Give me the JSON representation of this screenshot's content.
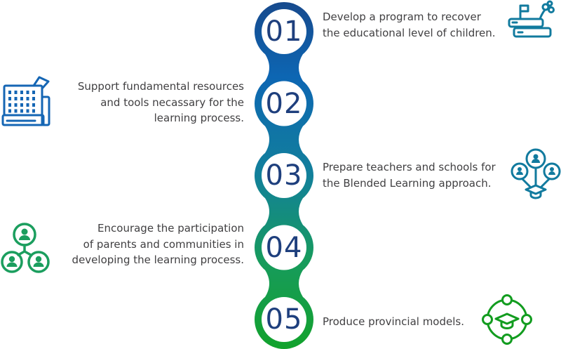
{
  "steps": [
    {
      "number": "01",
      "side": "right",
      "lines": [
        "Develop a program to recover",
        "the educational level of children."
      ],
      "icon": "books-flag-plant-icon"
    },
    {
      "number": "02",
      "side": "left",
      "lines": [
        "Support fundamental resources",
        "and tools necassary for the",
        "learning process."
      ],
      "icon": "resources-machine-icon"
    },
    {
      "number": "03",
      "side": "right",
      "lines": [
        "Prepare teachers and schools for",
        "the Blended Learning approach."
      ],
      "icon": "teachers-network-icon"
    },
    {
      "number": "04",
      "side": "left",
      "lines": [
        "Encourage the participation",
        "of parents and communities in",
        "developing the learning process."
      ],
      "icon": "community-people-icon"
    },
    {
      "number": "05",
      "side": "right",
      "lines": [
        "Produce provincial models."
      ],
      "icon": "provincial-model-icon"
    }
  ],
  "colors": {
    "gradient_top": "#17498c",
    "gradient_blue": "#0d66b3",
    "gradient_teal": "#12809b",
    "gradient_green": "#179b5c",
    "gradient_bottom": "#12a22c",
    "number": "#1e3f7d",
    "text": "#414042",
    "icon_teal": "#117a9e",
    "icon_blue": "#1566b4",
    "icon_green": "#1b9e5e",
    "icon_bright_green": "#129c1f"
  }
}
